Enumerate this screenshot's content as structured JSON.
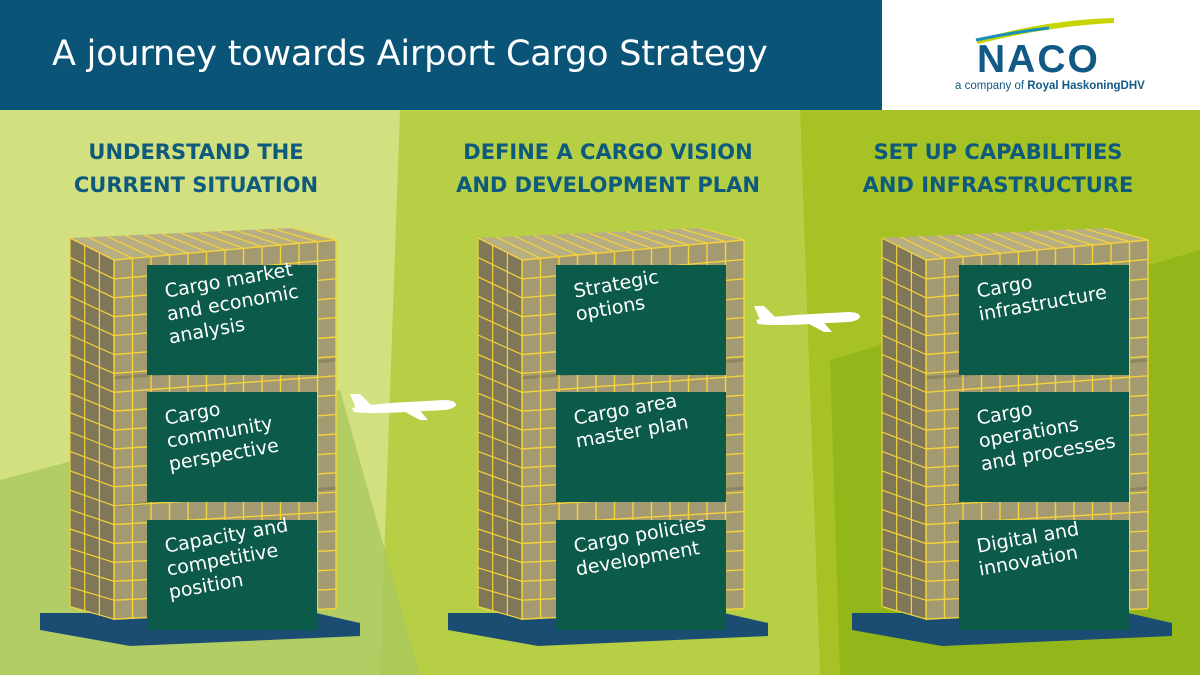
{
  "header": {
    "title": "A journey towards Airport Cargo Strategy"
  },
  "logo": {
    "name": "NACO",
    "tagline_prefix": "a company of",
    "tagline_company": "Royal HaskoningDHV"
  },
  "columns": [
    {
      "heading": [
        "UNDERSTAND THE",
        "CURRENT SITUATION"
      ],
      "panels": [
        [
          "Cargo market",
          "and economic",
          "analysis"
        ],
        [
          "Cargo",
          "community",
          "perspective"
        ],
        [
          "Capacity and",
          "competitive",
          "position"
        ]
      ]
    },
    {
      "heading": [
        "DEFINE A CARGO VISION",
        "AND DEVELOPMENT PLAN"
      ],
      "panels": [
        [
          "Strategic",
          "options"
        ],
        [
          "Cargo area",
          "master plan"
        ],
        [
          "Cargo policies",
          "development"
        ]
      ]
    },
    {
      "heading": [
        "SET UP CAPABILITIES",
        "AND INFRASTRUCTURE"
      ],
      "panels": [
        [
          "Cargo",
          "infrastructure"
        ],
        [
          "Cargo",
          "operations",
          "and processes"
        ],
        [
          "Digital and",
          "innovation"
        ]
      ]
    }
  ],
  "colors": {
    "header_bg": "#0a5478",
    "heading_text": "#0d5a7d",
    "panel_bg": "#0c5a4a",
    "grid_line": "#f4d33a",
    "crate": "#a39a72",
    "pallet": "#1b4d72",
    "logo_swoosh": "#c8d400"
  }
}
